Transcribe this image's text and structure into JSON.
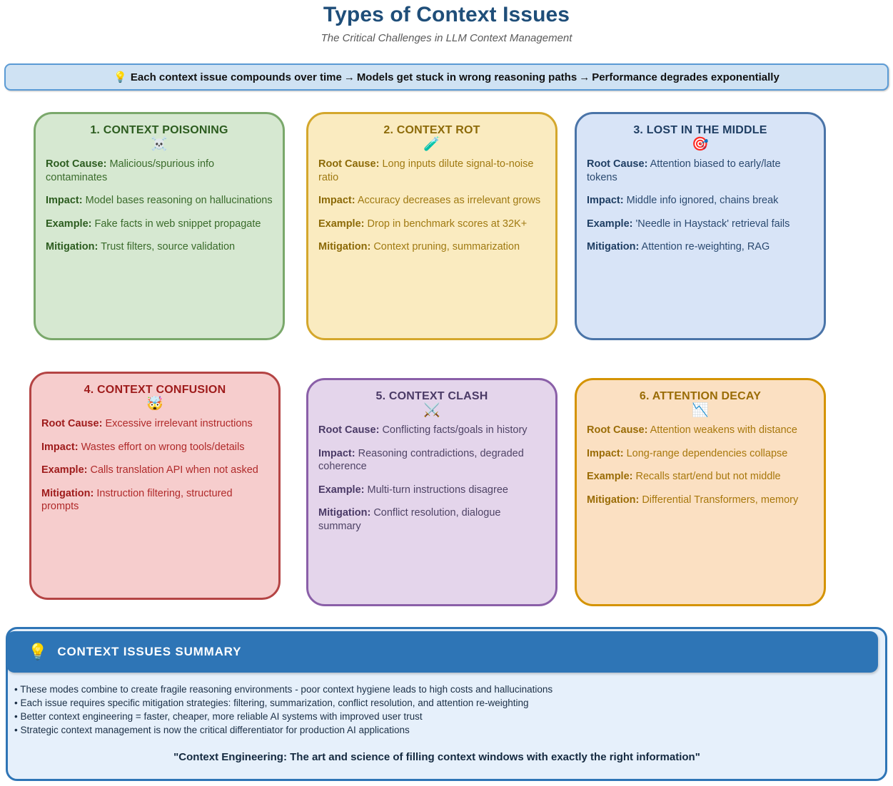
{
  "header": {
    "title": "Types of Context Issues",
    "subtitle": "The Critical Challenges in LLM Context Management"
  },
  "flow_banner": {
    "icon": "light-bulb-icon",
    "icon_glyph": "💡",
    "segments": [
      "Each context issue compounds over time",
      "Models get stuck in wrong reasoning paths",
      "Performance degrades exponentially"
    ],
    "separator": "→",
    "background_color": "#CFE2F3",
    "border_color": "#5B9BD5"
  },
  "labels": {
    "root_cause": "Root Cause:",
    "impact": "Impact:",
    "example": "Example:",
    "mitigation": "Mitigation:"
  },
  "cards": [
    {
      "title": "1. CONTEXT POISONING",
      "icon_name": "skull-and-crossbones-icon",
      "emoji": "☠️",
      "root_cause": "Malicious/spurious info contaminates",
      "impact": "Model bases reasoning on hallucinations",
      "example": "Fake facts in web snippet propagate",
      "mitigation": "Trust filters, source validation",
      "fill": "#D6E8D1",
      "border": "#7AA86B",
      "title_color": "#2C5C1F",
      "text_color": "#3A6B2B"
    },
    {
      "title": "2. CONTEXT ROT",
      "icon_name": "test-tube-icon",
      "emoji": "🧪",
      "root_cause": "Long inputs dilute signal-to-noise ratio",
      "impact": "Accuracy decreases as irrelevant grows",
      "example": "Drop in benchmark scores at 32K+",
      "mitigation": "Context pruning, summarization",
      "fill": "#FAEBC0",
      "border": "#D4A72C",
      "title_color": "#8C6A08",
      "text_color": "#A07A12"
    },
    {
      "title": "3. LOST IN THE MIDDLE",
      "icon_name": "direct-hit-target-icon",
      "emoji": "🎯",
      "root_cause": "Attention biased to early/late tokens",
      "impact": "Middle info ignored, chains break",
      "example": "'Needle in Haystack' retrieval fails",
      "mitigation": "Attention re-weighting, RAG",
      "fill": "#D8E4F7",
      "border": "#4A74A8",
      "title_color": "#1F3E63",
      "text_color": "#2B4A70"
    },
    {
      "title": "4. CONTEXT CONFUSION",
      "icon_name": "exploding-head-icon",
      "emoji": "🤯",
      "root_cause": "Excessive irrelevant instructions",
      "impact": "Wastes effort on wrong tools/details",
      "example": "Calls translation API when not asked",
      "mitigation": "Instruction filtering, structured prompts",
      "fill": "#F6CDCD",
      "border": "#B44444",
      "title_color": "#9E1B1B",
      "text_color": "#B02A2A"
    },
    {
      "title": "5. CONTEXT CLASH",
      "icon_name": "crossed-swords-icon",
      "emoji": "⚔️",
      "root_cause": "Conflicting facts/goals in history",
      "impact": "Reasoning contradictions, degraded coherence",
      "example": "Multi-turn instructions disagree",
      "mitigation": "Conflict resolution, dialogue summary",
      "fill": "#E4D5EB",
      "border": "#8A5FA8",
      "title_color": "#4A3A66",
      "text_color": "#4F4466"
    },
    {
      "title": "6. ATTENTION DECAY",
      "icon_name": "downwards-chart-icon",
      "emoji": "📉",
      "root_cause": "Attention weakens with distance",
      "impact": "Long-range dependencies collapse",
      "example": "Recalls start/end but not middle",
      "mitigation": "Differential Transformers, memory",
      "fill": "#FBE0C2",
      "border": "#D49300",
      "title_color": "#9A6C06",
      "text_color": "#A8780D"
    }
  ],
  "summary": {
    "icon_name": "light-bulb-icon",
    "icon_glyph": "💡",
    "title": "CONTEXT ISSUES SUMMARY",
    "bullets": [
      "• These modes combine to create fragile reasoning environments - poor context hygiene leads to high costs and hallucinations",
      "• Each issue requires specific mitigation strategies: filtering, summarization, conflict resolution, and attention re-weighting",
      "• Better context engineering = faster, cheaper, more reliable AI systems with improved user trust",
      "• Strategic context management is now the critical differentiator for production AI applications"
    ],
    "quote": "\"Context Engineering: The art and science of filling context windows with exactly the right information\"",
    "header_color": "#2E75B6",
    "body_color": "#E6F0FB"
  }
}
